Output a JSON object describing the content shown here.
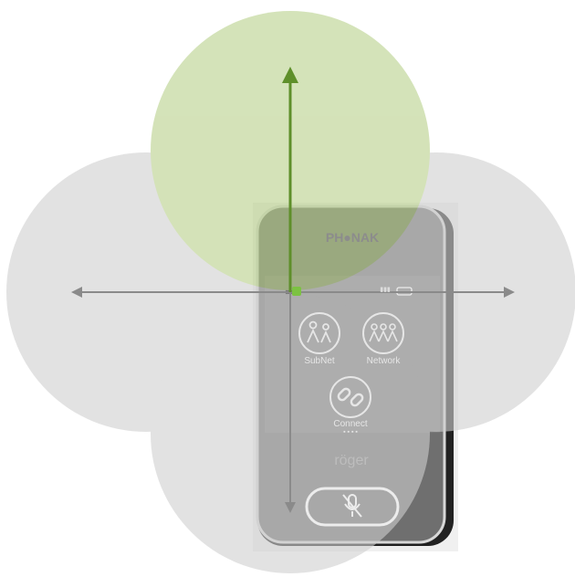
{
  "device": {
    "brand": "PH●NAK",
    "product": "röger",
    "battery_label": "▮▮▮",
    "buttons": [
      {
        "id": "subnet",
        "label": "SubNet",
        "icon": "subnet-icon"
      },
      {
        "id": "network",
        "label": "Network",
        "icon": "network-icon"
      },
      {
        "id": "connect",
        "label": "Connect",
        "icon": "link-icon",
        "indicator": "▪ ▪ ▪ ▪"
      }
    ],
    "mute_button": {
      "icon": "microphone-muted-icon"
    }
  },
  "pickup_zones": [
    {
      "direction": "front",
      "color": "#b8d08a"
    },
    {
      "direction": "left",
      "color": "#cfcfcf"
    },
    {
      "direction": "right",
      "color": "#cfcfcf"
    },
    {
      "direction": "back",
      "color": "#cfcfcf"
    }
  ],
  "arrows": [
    {
      "direction": "up",
      "color": "#5e8f2a",
      "icon": "arrow-up-icon"
    },
    {
      "direction": "down",
      "color": "#8a8a8a",
      "icon": "arrow-down-icon"
    },
    {
      "direction": "left",
      "color": "#8a8a8a",
      "icon": "arrow-left-icon"
    },
    {
      "direction": "right",
      "color": "#8a8a8a",
      "icon": "arrow-right-icon"
    }
  ],
  "colors": {
    "active_zone": "#b8d08a",
    "inactive_zone": "#cfcfcf",
    "device_body": "#6f6f6f",
    "led": "#7cc242"
  }
}
